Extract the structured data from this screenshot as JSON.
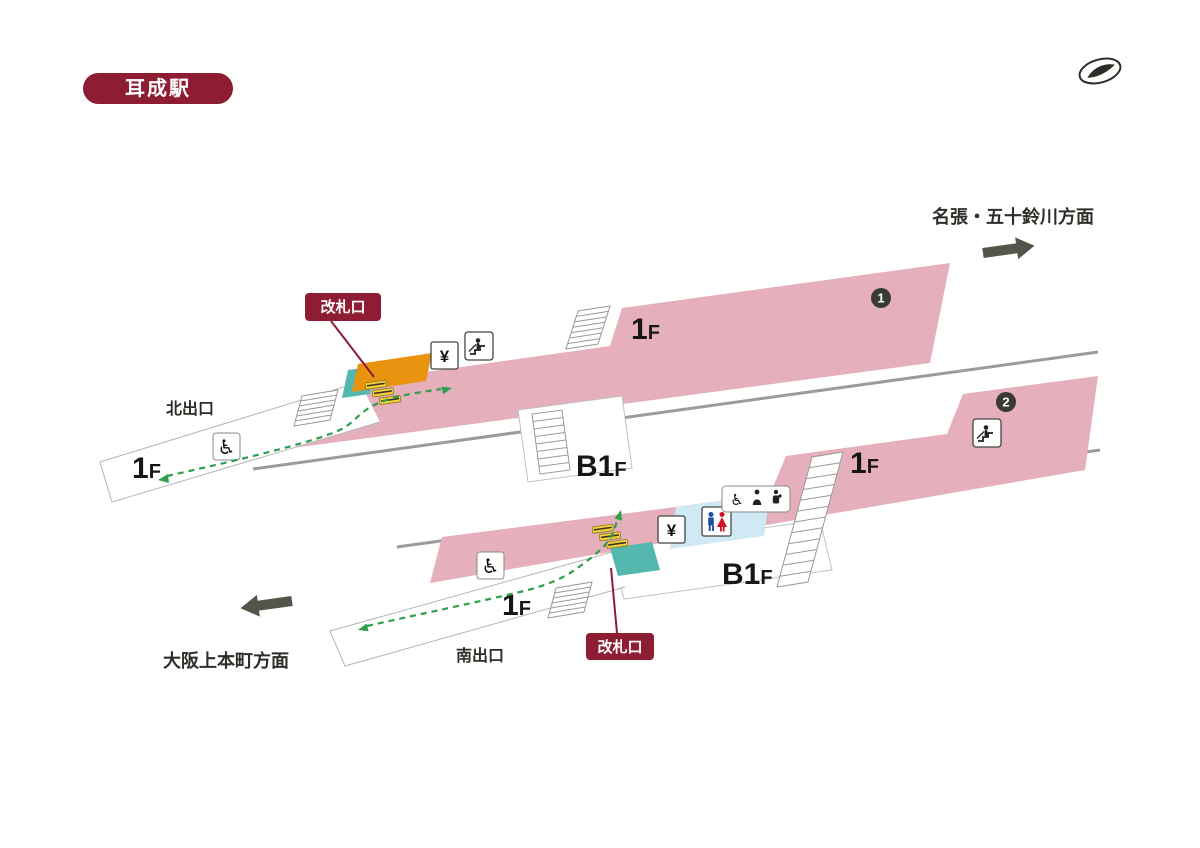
{
  "station": {
    "badge": "耳成駅"
  },
  "directions": {
    "toward_right": "名張・五十鈴川方面",
    "toward_left": "大阪上本町方面"
  },
  "exits": {
    "north": "北出口",
    "south": "南出口"
  },
  "gates": {
    "north": "改札口",
    "south": "改札口"
  },
  "floors": {
    "one": "1",
    "b_one": "B1",
    "f": "F"
  },
  "platforms": {
    "one": "1",
    "two": "2"
  },
  "icons": {
    "yen": "¥",
    "wheelchair": "♿"
  },
  "colors": {
    "badge_red": "#8e1c33",
    "platform_pink": "#e5afbc",
    "accent_orange": "#e89410",
    "accent_teal": "#54b8ae",
    "toilet_blue": "#cfe9f5",
    "gate_yellow": "#f2d23c",
    "route_green": "#2f9e4e",
    "track_gray": "#9b9b9b",
    "arrow_dark": "#55544a",
    "text_dark": "#2e2e28"
  }
}
